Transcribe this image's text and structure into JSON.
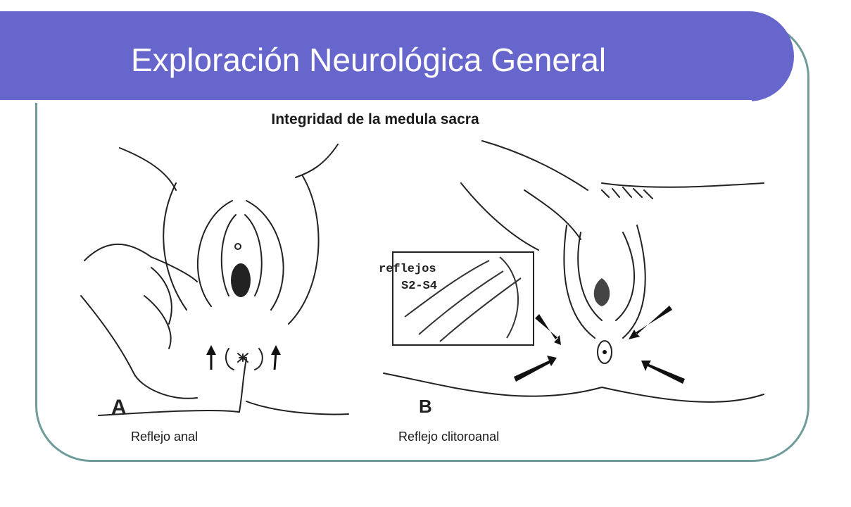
{
  "slide": {
    "title": "Exploración Neurológica General",
    "subtitle": "Integridad de la medula sacra",
    "figure_a": {
      "letter": "A",
      "caption": "Reflejo anal"
    },
    "figure_b": {
      "letter": "B",
      "caption": "Reflejo clitoroanal",
      "inset_line1": "reflejos",
      "inset_line2": "S2-S4"
    }
  },
  "colors": {
    "title_bar": "#6666cc",
    "frame_border": "#6f9b9a",
    "title_text": "#ffffff"
  }
}
